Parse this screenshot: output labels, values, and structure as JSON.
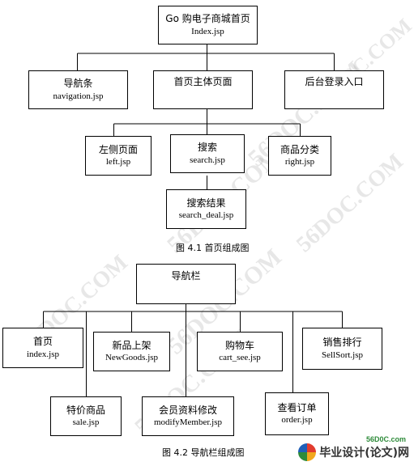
{
  "figure1": {
    "root": {
      "cn": "Go 购电子商城首页",
      "en": "Index.jsp"
    },
    "level1": [
      {
        "cn": "导航条",
        "en": "navigation.jsp"
      },
      {
        "cn": "首页主体页面",
        "en": ""
      },
      {
        "cn": "后台登录入口",
        "en": ""
      }
    ],
    "level2": [
      {
        "cn": "左侧页面",
        "en": "left.jsp"
      },
      {
        "cn": "搜索",
        "en": "search.jsp"
      },
      {
        "cn": "商品分类",
        "en": "right.jsp"
      }
    ],
    "level3": {
      "cn": "搜索结果",
      "en": "search_deal.jsp"
    },
    "caption": "图 4.1 首页组成图"
  },
  "figure2": {
    "root": {
      "cn": "导航栏",
      "en": ""
    },
    "top_row": [
      {
        "cn": "首页",
        "en": "index.jsp"
      },
      {
        "cn": "新品上架",
        "en": "NewGoods.jsp"
      },
      {
        "cn": "购物车",
        "en": "cart_see.jsp"
      },
      {
        "cn": "销售排行",
        "en": "SellSort.jsp"
      }
    ],
    "bottom_row": [
      {
        "cn": "特价商品",
        "en": "sale.jsp"
      },
      {
        "cn": "会员资料修改",
        "en": "modifyMember.jsp"
      },
      {
        "cn": "查看订单",
        "en": "order.jsp"
      }
    ],
    "caption": "图 4.2  导航栏组成图"
  },
  "watermark": "56DOC.COM",
  "brand": {
    "site": "56D0C.com",
    "text": "毕业设计(论文)网"
  }
}
